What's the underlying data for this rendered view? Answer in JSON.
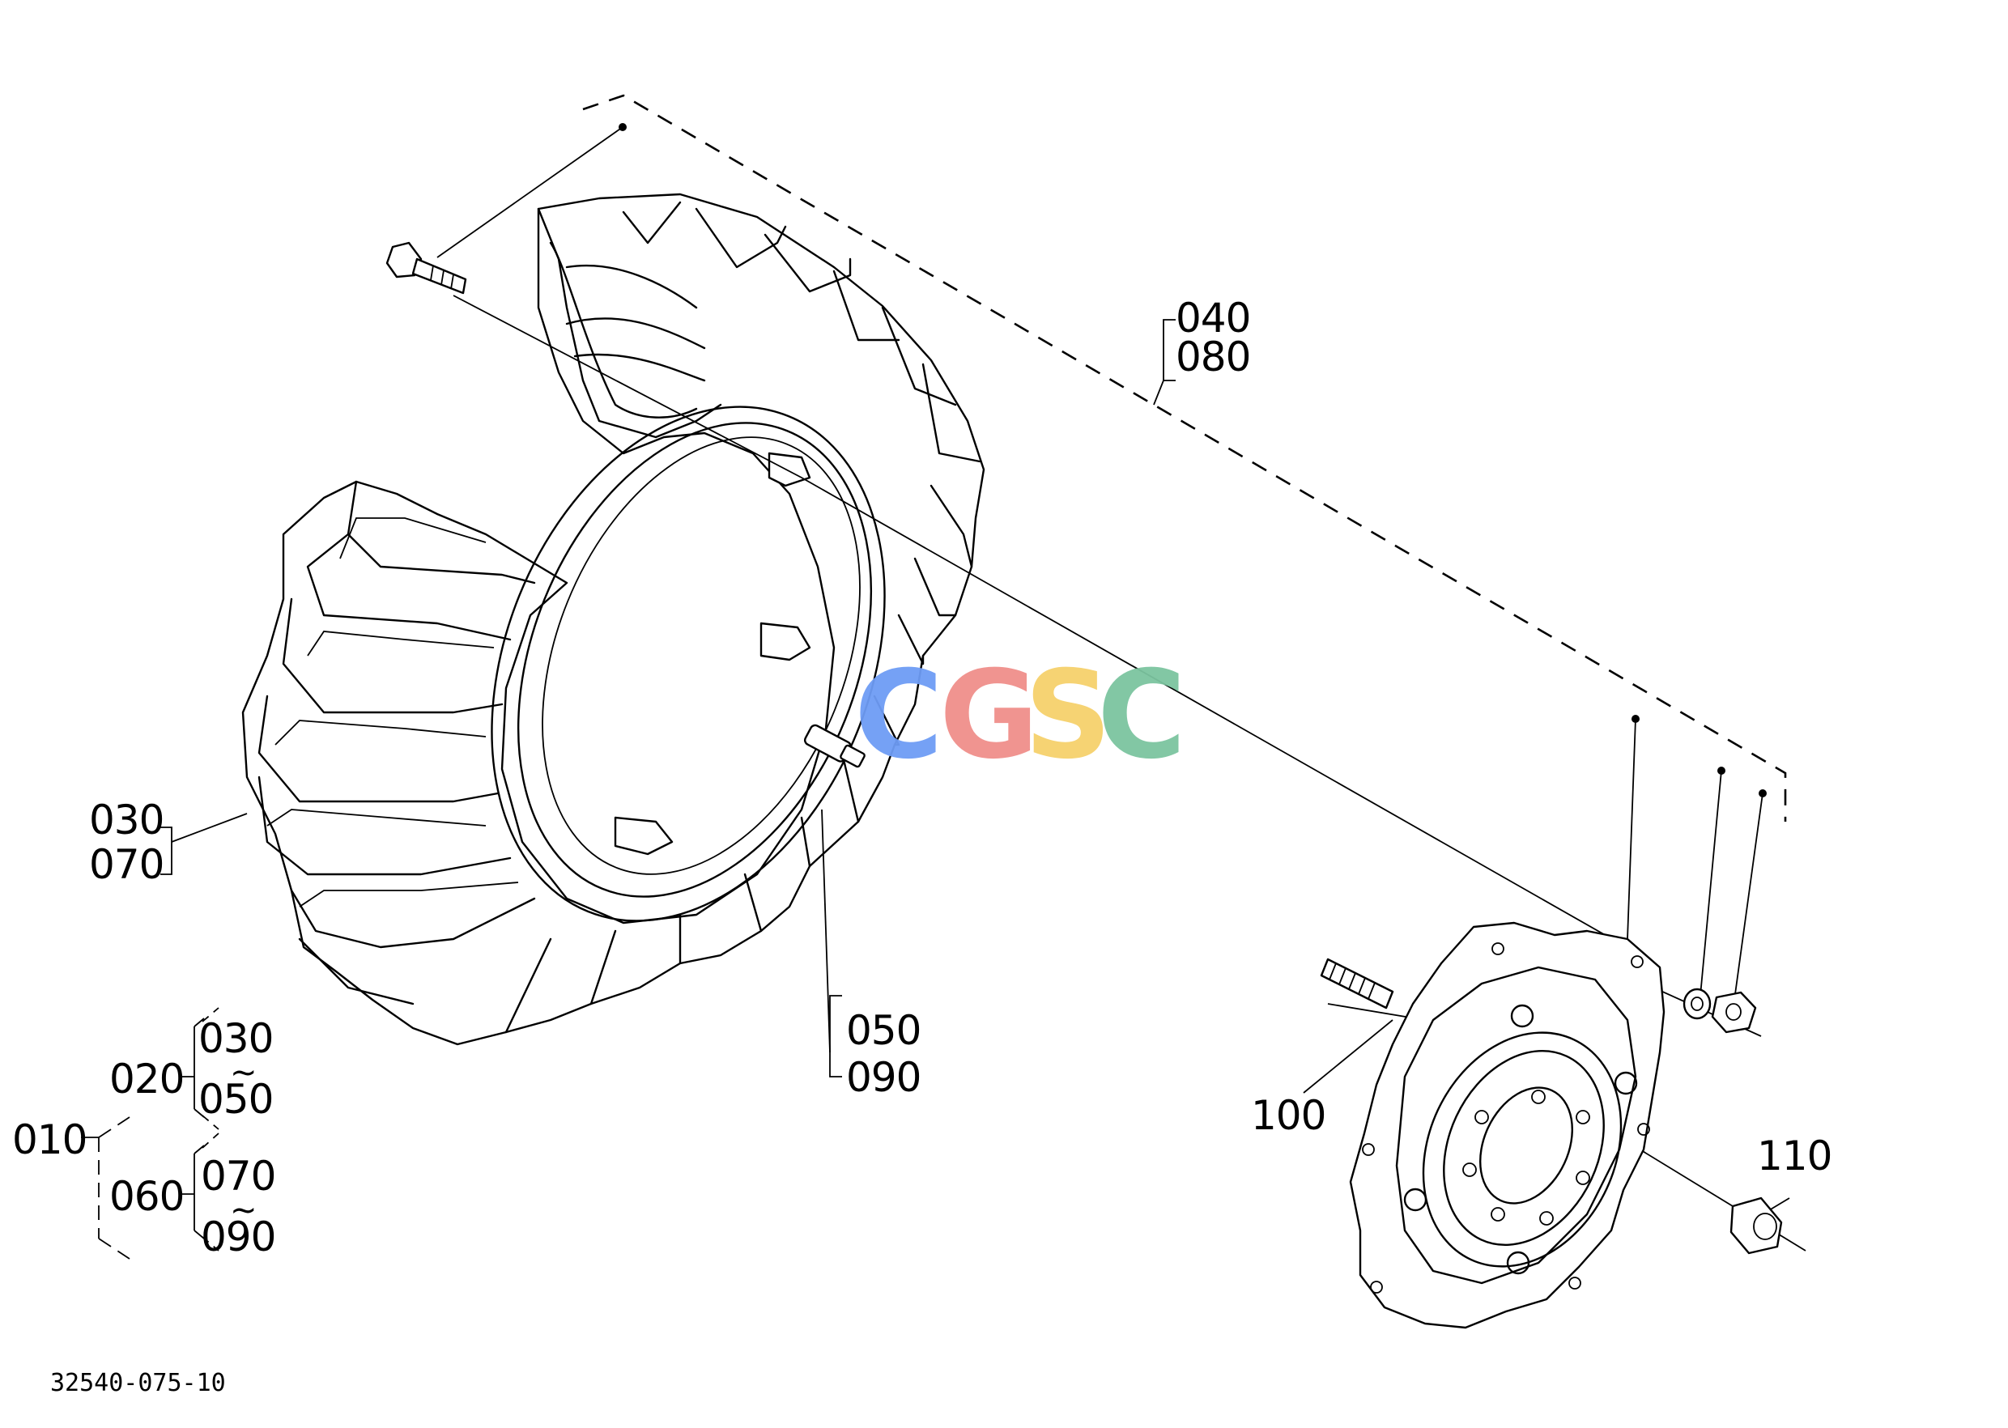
{
  "drawing_number": "32540-075-10",
  "watermark": {
    "letters": [
      "C",
      "G",
      "S",
      "C"
    ],
    "colors": [
      "#6e9cf5",
      "#f08f8b",
      "#f6d16c",
      "#7cc5a0"
    ]
  },
  "callouts": {
    "p010": "010",
    "p020": "020",
    "p030a": "030",
    "p050a": "050",
    "p060": "060",
    "p070a": "070",
    "p090a": "090",
    "p030": "030",
    "p070": "070",
    "p040": "040",
    "p080": "080",
    "p050": "050",
    "p090": "090",
    "p100": "100",
    "p110": "110"
  },
  "tilde": "~"
}
